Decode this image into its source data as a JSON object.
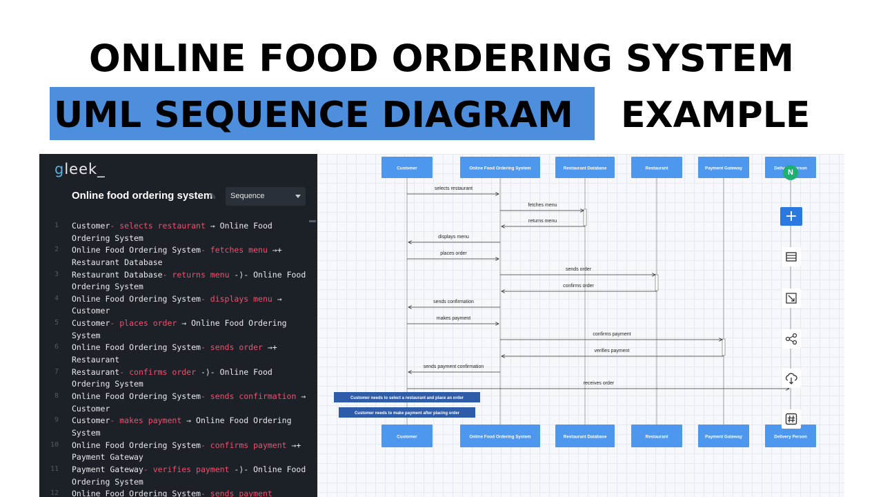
{
  "header": {
    "title_line1": "ONLINE FOOD ORDERING SYSTEM",
    "title_highlight": "UML SEQUENCE DIAGRAM",
    "title_rest": "EXAMPLE"
  },
  "editor": {
    "logo_text": "gleek_",
    "document_title": "Online food ordering system",
    "diagram_type": "Sequence",
    "lines": [
      {
        "num": "1",
        "pre": "Customer",
        "arrow": "- selects restaurant",
        "post": " → Online Food Ordering System"
      },
      {
        "num": "2",
        "pre": "Online Food Ordering System",
        "arrow": "- fetches menu",
        "post": " →+ Restaurant Database"
      },
      {
        "num": "3",
        "pre": "Restaurant Database",
        "arrow": "- returns menu",
        "post": " -⟩- Online Food Ordering System"
      },
      {
        "num": "4",
        "pre": "Online Food Ordering System",
        "arrow": "- displays menu",
        "post": " → Customer"
      },
      {
        "num": "5",
        "pre": "Customer",
        "arrow": "- places order",
        "post": " → Online Food Ordering System"
      },
      {
        "num": "6",
        "pre": "Online Food Ordering System",
        "arrow": "- sends order",
        "post": " →+ Restaurant"
      },
      {
        "num": "7",
        "pre": "Restaurant",
        "arrow": "- confirms order",
        "post": " -⟩- Online Food Ordering System"
      },
      {
        "num": "8",
        "pre": "Online Food Ordering System",
        "arrow": "- sends confirmation",
        "post": " → Customer"
      },
      {
        "num": "9",
        "pre": "Customer",
        "arrow": "- makes payment",
        "post": " → Online Food Ordering System"
      },
      {
        "num": "10",
        "pre": "Online Food Ordering System",
        "arrow": "- confirms payment",
        "post": " →+ Payment Gateway"
      },
      {
        "num": "11",
        "pre": "Payment Gateway",
        "arrow": "- verifies payment",
        "post": " -⟩- Online Food Ordering System"
      },
      {
        "num": "12",
        "pre": "Online Food Ordering System",
        "arrow": "- sends payment",
        "post": ""
      }
    ]
  },
  "diagram": {
    "participants": [
      "Customer",
      "Online Food Ordering System",
      "Restaurant Database",
      "Restaurant",
      "Payment Gateway",
      "Delivery Person"
    ],
    "messages": [
      {
        "from": 0,
        "to": 1,
        "label": "selects restaurant",
        "dashed": false
      },
      {
        "from": 1,
        "to": 2,
        "label": "fetches menu",
        "dashed": false
      },
      {
        "from": 2,
        "to": 1,
        "label": "returns menu",
        "dashed": false
      },
      {
        "from": 1,
        "to": 0,
        "label": "displays menu",
        "dashed": false
      },
      {
        "from": 0,
        "to": 1,
        "label": "places order",
        "dashed": false
      },
      {
        "from": 1,
        "to": 3,
        "label": "sends order",
        "dashed": false
      },
      {
        "from": 3,
        "to": 1,
        "label": "confirms order",
        "dashed": false
      },
      {
        "from": 1,
        "to": 0,
        "label": "sends confirmation",
        "dashed": false
      },
      {
        "from": 0,
        "to": 1,
        "label": "makes payment",
        "dashed": false
      },
      {
        "from": 1,
        "to": 4,
        "label": "confirms payment",
        "dashed": false
      },
      {
        "from": 4,
        "to": 1,
        "label": "verifies payment",
        "dashed": false
      },
      {
        "from": 1,
        "to": 0,
        "label": "sends payment confirmation",
        "dashed": false
      },
      {
        "from": 0,
        "to": 5,
        "label": "receives order",
        "dashed": false
      }
    ],
    "notes": [
      "Customer needs to select a restaurant and place an order",
      "Customer needs to make payment after placing order"
    ],
    "colors": {
      "participant": "#4d97ee",
      "note": "#2f5ca8",
      "line": "#333333",
      "accent": "#2979e0"
    }
  },
  "toolbar": {
    "avatar_initial": "N",
    "add_label": "+",
    "tools": [
      "table-icon",
      "fit-screen-icon",
      "share-icon",
      "cloud-download-icon",
      "hashtag-icon"
    ]
  }
}
